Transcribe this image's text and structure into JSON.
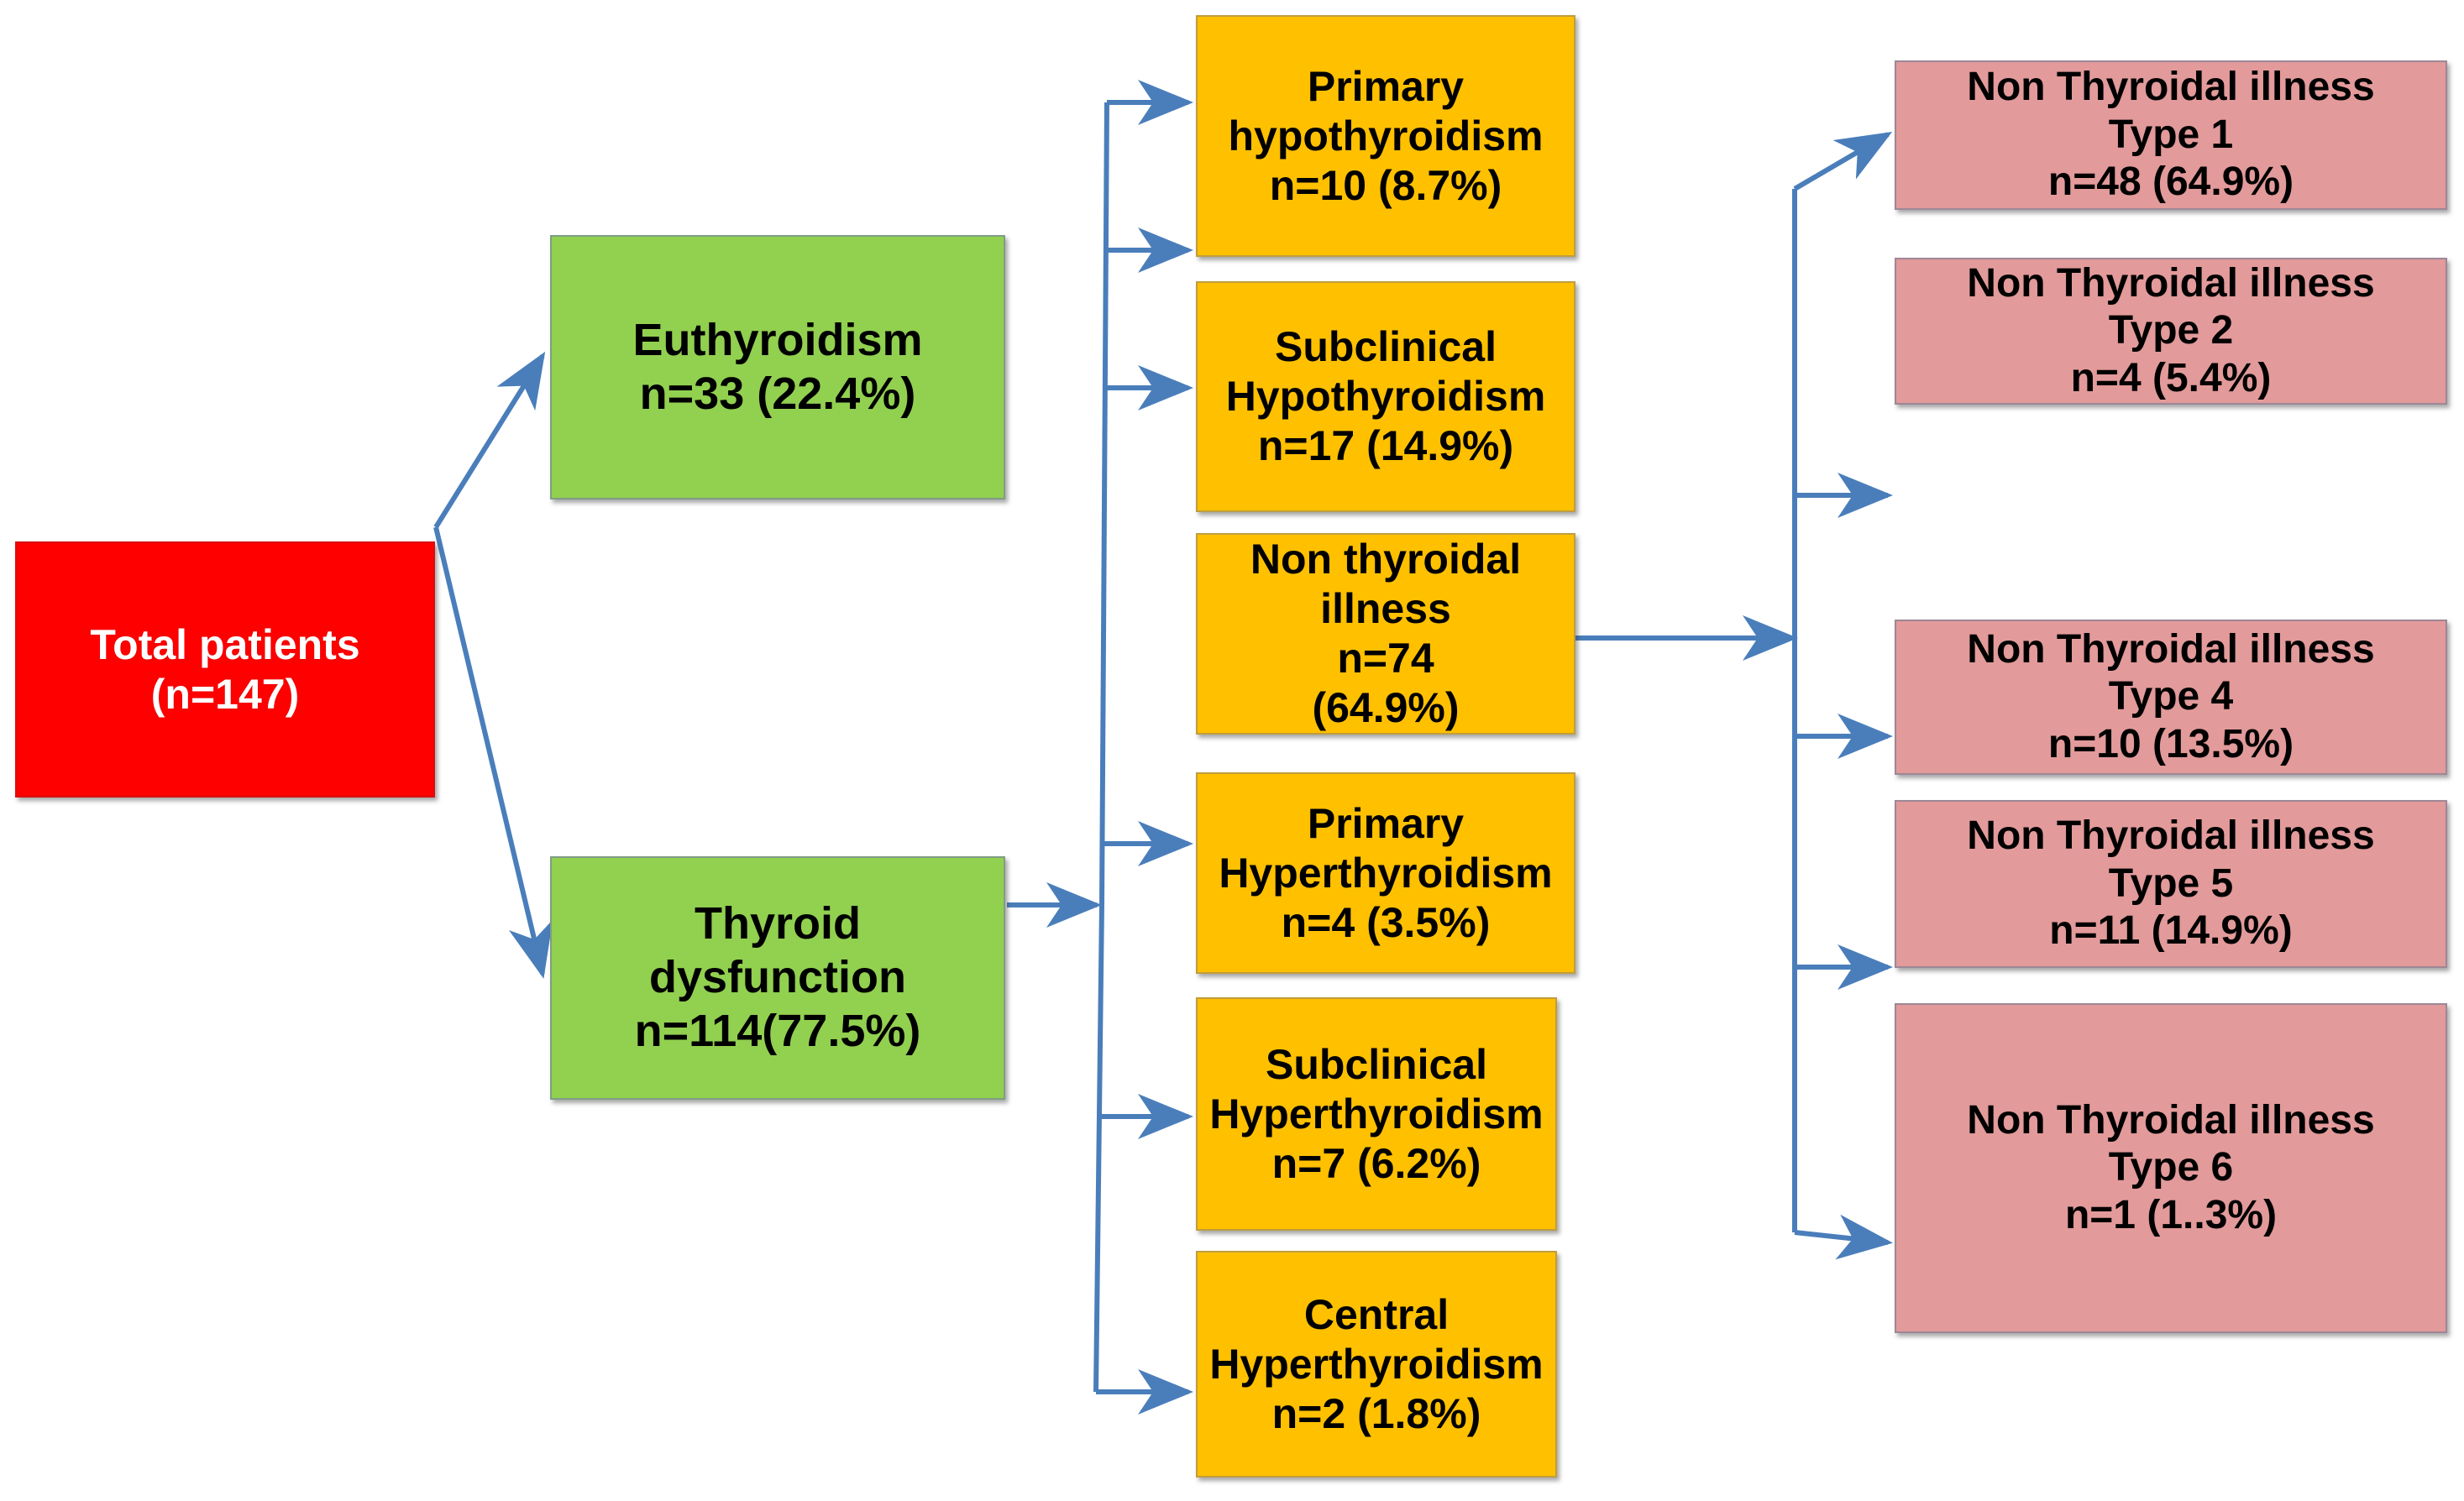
{
  "diagram": {
    "title": "Thyroid status distribution flowchart",
    "type": "flowchart",
    "colors": {
      "root": "#FF0000",
      "level1": "#92D050",
      "level2": "#FFC000",
      "level3": "#E29A9A",
      "connector": "#4A7EBB",
      "background": "#FFFFFF"
    }
  },
  "root": {
    "line1": "Total patients",
    "line2": "(n=147)",
    "n": 147
  },
  "level1": [
    {
      "id": "euthyroidism",
      "line1": "Euthyroidism",
      "line2": "n=33 (22.4%)",
      "n": 33,
      "percent": 22.4
    },
    {
      "id": "thyroid-dysfunction",
      "line1": "Thyroid",
      "line2": "dysfunction",
      "line3": "n=114(77.5%)",
      "n": 114,
      "percent": 77.5
    }
  ],
  "level2": [
    {
      "id": "primary-hypothyroidism",
      "line1": "Primary",
      "line2": "hypothyroidism",
      "line3": "n=10 (8.7%)",
      "n": 10,
      "percent": 8.7
    },
    {
      "id": "subclinical-hypothyroidism",
      "line1": "Subclinical",
      "line2": "Hypothyroidism",
      "line3": "n=17 (14.9%)",
      "n": 17,
      "percent": 14.9
    },
    {
      "id": "non-thyroidal-illness",
      "line1": "Non thyroidal illness",
      "line2": "n=74",
      "line3": "(64.9%)",
      "n": 74,
      "percent": 64.9
    },
    {
      "id": "primary-hyperthyroidism",
      "line1": "Primary",
      "line2": "Hyperthyroidism",
      "line3": "n=4 (3.5%)",
      "n": 4,
      "percent": 3.5
    },
    {
      "id": "subclinical-hyperthyroidism",
      "line1": "Subclinical",
      "line2": "Hyperthyroidism",
      "line3": "n=7 (6.2%)",
      "n": 7,
      "percent": 6.2
    },
    {
      "id": "central-hyperthyroidism",
      "line1": "Central",
      "line2": "Hyperthyroidism",
      "line3": "n=2 (1.8%)",
      "n": 2,
      "percent": 1.8
    }
  ],
  "level3": [
    {
      "id": "nti-type-1",
      "line1": "Non Thyroidal illness",
      "line2": "Type 1",
      "line3": "n=48 (64.9%)",
      "n": 48,
      "percent": 64.9
    },
    {
      "id": "nti-type-2",
      "line1": "Non Thyroidal illness",
      "line2": "Type 2",
      "line3": "n=4 (5.4%)",
      "n": 4,
      "percent": 5.4
    },
    {
      "id": "nti-type-4",
      "line1": "Non Thyroidal illness",
      "line2": "Type 4",
      "line3": "n=10 (13.5%)",
      "n": 10,
      "percent": 13.5
    },
    {
      "id": "nti-type-5",
      "line1": "Non Thyroidal illness",
      "line2": "Type 5",
      "line3": "n=11 (14.9%)",
      "n": 11,
      "percent": 14.9
    },
    {
      "id": "nti-type-6",
      "line1": "Non Thyroidal illness",
      "line2": "Type 6",
      "line3": "n=1  (1..3%)",
      "n": 1,
      "percent": 1.3
    }
  ]
}
